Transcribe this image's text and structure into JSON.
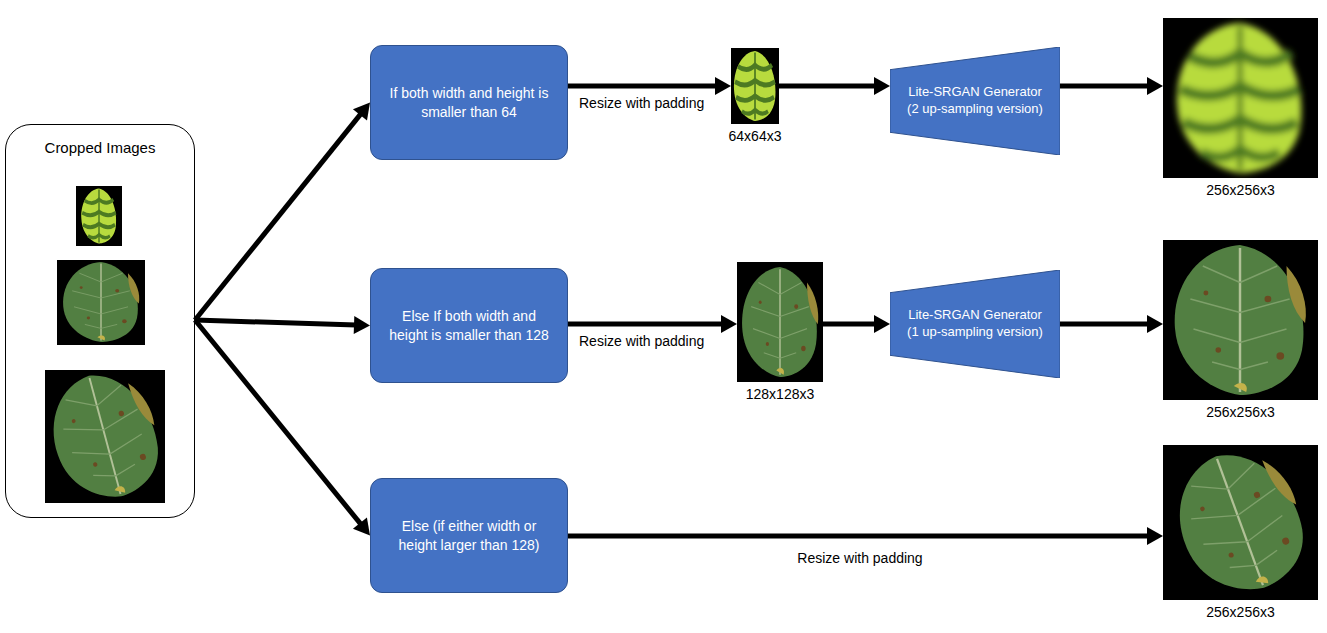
{
  "diagram": {
    "nodes": [
      {
        "text": [
          "Cropped Images"
        ]
      },
      {
        "text": [
          "If both width and height is smaller than 64"
        ]
      },
      {
        "text": [
          "64x64x3"
        ]
      },
      {
        "text": [
          "Lite-SRGAN Generator (2 up-sampling version)"
        ]
      },
      {
        "text": [
          "256x256x3"
        ]
      },
      {
        "text": [
          "Else If both width and height is smaller than 128"
        ]
      },
      {
        "text": [
          "128x128x3"
        ]
      },
      {
        "text": [
          "Lite-SRGAN Generator (1 up-sampling version)"
        ]
      },
      {
        "text": [
          "256x256x3"
        ]
      },
      {
        "text": [
          "Else (if either width or height larger than 128)"
        ]
      },
      {
        "text": [
          "256x256x3"
        ]
      }
    ],
    "edges": [
      {
        "from": 0,
        "to": 1,
        "arrow": "to"
      },
      {
        "from": 0,
        "to": 5,
        "arrow": "to"
      },
      {
        "from": 0,
        "to": 9,
        "arrow": "to"
      },
      {
        "from": 1,
        "to": 2,
        "arrow": "to",
        "label": "Resize with padding"
      },
      {
        "from": 2,
        "to": 3,
        "arrow": "to"
      },
      {
        "from": 3,
        "to": 4,
        "arrow": "to"
      },
      {
        "from": 5,
        "to": 6,
        "arrow": "to",
        "label": "Resize with padding"
      },
      {
        "from": 6,
        "to": 7,
        "arrow": "to"
      },
      {
        "from": 7,
        "to": 8,
        "arrow": "to"
      },
      {
        "from": 9,
        "to": 10,
        "arrow": "to",
        "label": "Resize with padding"
      }
    ]
  }
}
